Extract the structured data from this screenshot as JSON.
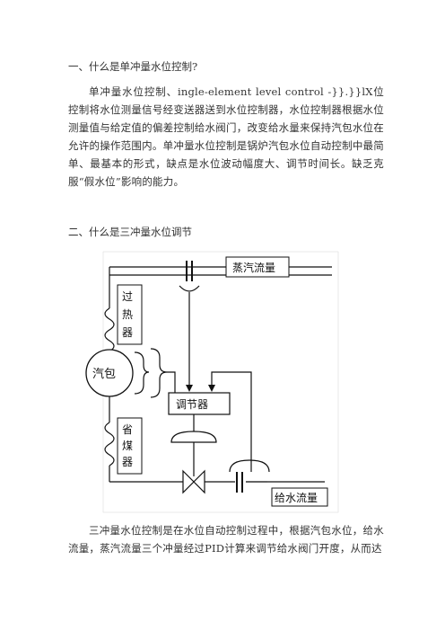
{
  "section1": {
    "heading": "一、什么是单冲量水位控制?",
    "body": "单冲量水位控制、ingle-element level control -}}.}}lX位控制将水位测量信号经变送器送到水位控制器，水位控制器根据水位测量值与给定值的偏差控制给水阀门，改变给水量来保持汽包水位在允许的操作范围内。单冲量水位控制是锅炉汽包水位自动控制中最简单、最基本的形式，缺点是水位波动幅度大、调节时间长。缺乏克服“假水位”影响的能力。"
  },
  "section2": {
    "heading": "二、什么是三冲量水位调节",
    "body": "三冲量水位控制是在水位自动控制过程中，根据汽包水位，给水流量，蒸汽流量三个冲量经过PID计算来调节给水阀门开度，从而达"
  },
  "diagram": {
    "labels": {
      "steam_flow": "蒸汽流量",
      "superheater": [
        "过",
        "热",
        "器"
      ],
      "drum": "汽包",
      "regulator": "调节器",
      "economizer": [
        "省",
        "煤",
        "器"
      ],
      "feedwater_flow": "给水流量"
    }
  }
}
